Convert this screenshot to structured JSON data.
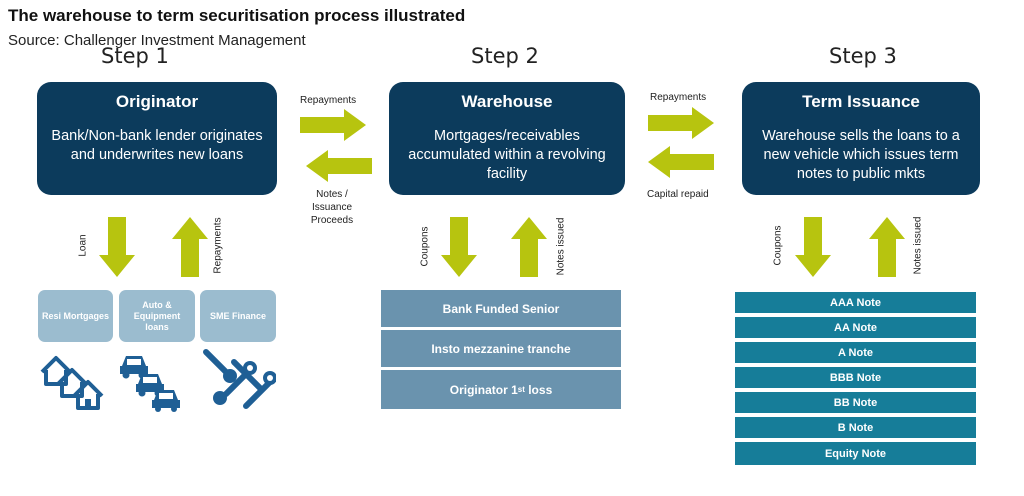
{
  "title": "The warehouse to term securitisation process illustrated",
  "source": "Source: Challenger Investment Management",
  "steps": [
    "Step 1",
    "Step 2",
    "Step 3"
  ],
  "boxes": {
    "originator": {
      "title": "Originator",
      "body": "Bank/Non-bank lender originates and underwrites new loans"
    },
    "warehouse": {
      "title": "Warehouse",
      "body": "Mortgages/receivables accumulated within a revolving facility"
    },
    "term": {
      "title": "Term Issuance",
      "body": "Warehouse sells the loans to a new vehicle which issues term notes to public mkts"
    }
  },
  "flows": {
    "repayments_1": "Repayments",
    "notes_proceeds": "Notes / Issuance Proceeds",
    "repayments_2": "Repayments",
    "capital_repaid": "Capital repaid",
    "loan": "Loan",
    "repayments_v": "Repayments",
    "coupons_1": "Coupons",
    "notes_issued_1": "Notes issued",
    "coupons_2": "Coupons",
    "notes_issued_2": "Notes issued"
  },
  "loan_types": [
    "Resi Mortgages",
    "Auto & Equipment loans",
    "SME Finance"
  ],
  "warehouse_tranches": {
    "senior": "Bank Funded Senior",
    "mezz": "Insto mezzanine tranche",
    "first_loss_main": "Originator 1",
    "first_loss_sup": "st",
    "first_loss_end": " loss"
  },
  "term_notes": [
    "AAA Note",
    "AA Note",
    "A Note",
    "BBB Note",
    "BB Note",
    "B Note",
    "Equity Note"
  ],
  "colors": {
    "box": "#0c3b5c",
    "arrow": "#b7c40f",
    "tile": "#9bbccf",
    "tranche": "#6a93ae",
    "note": "#167d99",
    "icon": "#1f5f95"
  },
  "icons": [
    "house-icon",
    "car-icon",
    "tools-icon"
  ]
}
